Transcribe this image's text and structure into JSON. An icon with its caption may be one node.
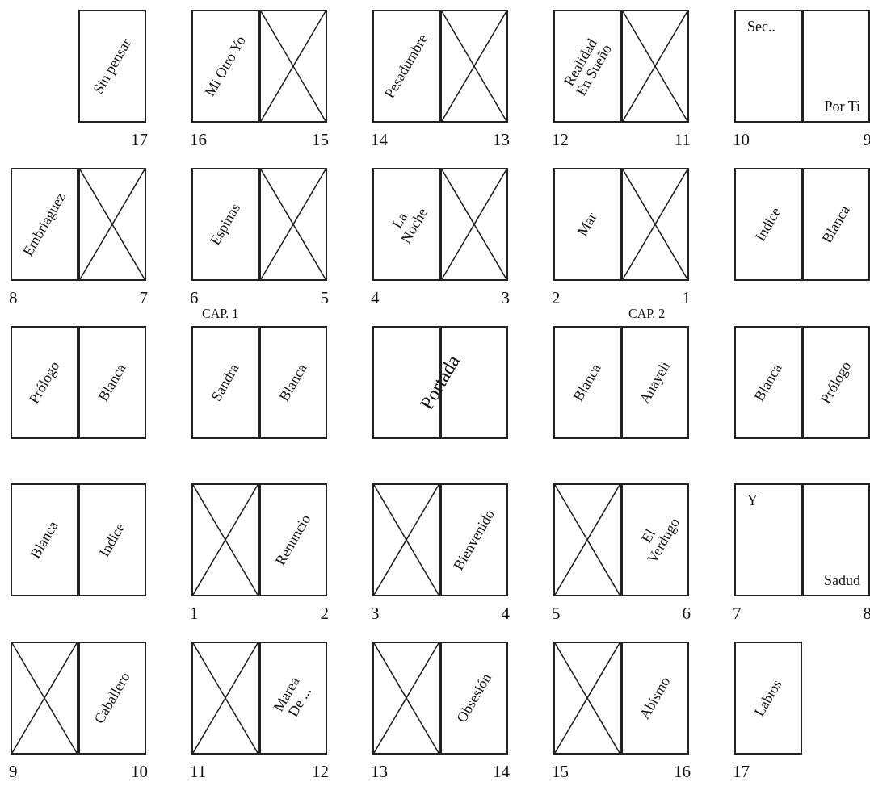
{
  "diagram": {
    "nodes": [
      {
        "text": [
          "Sin pensar"
        ],
        "beside": [
          "17"
        ]
      },
      {
        "text": [
          "Mi Otro Yo"
        ],
        "beside": [
          "16"
        ]
      },
      {
        "text": [],
        "shape": "cross",
        "beside": [
          "15"
        ]
      },
      {
        "text": [
          "Pesadumbre"
        ],
        "beside": [
          "14"
        ]
      },
      {
        "text": [],
        "shape": "cross",
        "beside": [
          "13"
        ]
      },
      {
        "text": [
          "Realidad En Sueño"
        ],
        "beside": [
          "12"
        ]
      },
      {
        "text": [],
        "shape": "cross",
        "beside": [
          "11"
        ]
      },
      {
        "text": [
          "Sec.."
        ],
        "beside": [
          "10"
        ]
      },
      {
        "text": [
          "Por Ti"
        ],
        "beside": [
          "9"
        ]
      },
      {
        "text": [
          "Embriaguez"
        ],
        "beside": [
          "8"
        ]
      },
      {
        "text": [],
        "shape": "cross",
        "beside": [
          "7"
        ]
      },
      {
        "text": [
          "Espinas"
        ],
        "beside": [
          "6"
        ]
      },
      {
        "text": [],
        "shape": "cross",
        "beside": [
          "5"
        ]
      },
      {
        "text": [
          "La Noche"
        ],
        "beside": [
          "4"
        ]
      },
      {
        "text": [],
        "shape": "cross",
        "beside": [
          "3"
        ]
      },
      {
        "text": [
          "Mar"
        ],
        "beside": [
          "2"
        ]
      },
      {
        "text": [],
        "shape": "cross",
        "beside": [
          "1"
        ]
      },
      {
        "text": [
          "Indice"
        ]
      },
      {
        "text": [
          "Blanca"
        ]
      },
      {
        "text": [
          "Prólogo"
        ]
      },
      {
        "text": [
          "Blanca"
        ]
      },
      {
        "text": [
          "Sandra"
        ]
      },
      {
        "text": [
          "Blanca"
        ]
      },
      {
        "text": [],
        "shape": "box"
      },
      {
        "text": [],
        "shape": "box"
      },
      {
        "text": [
          "Blanca"
        ]
      },
      {
        "text": [
          "Anayeli"
        ]
      },
      {
        "text": [
          "Blanca"
        ]
      },
      {
        "text": [
          "Prólogo"
        ]
      },
      {
        "text": [
          "Blanca"
        ]
      },
      {
        "text": [
          "Indice"
        ]
      },
      {
        "text": [],
        "shape": "cross",
        "beside": [
          "1"
        ]
      },
      {
        "text": [
          "Renuncio"
        ],
        "beside": [
          "2"
        ]
      },
      {
        "text": [],
        "shape": "cross",
        "beside": [
          "3"
        ]
      },
      {
        "text": [
          "Bienvenido"
        ],
        "beside": [
          "4"
        ]
      },
      {
        "text": [],
        "shape": "cross",
        "beside": [
          "5"
        ]
      },
      {
        "text": [
          "El Verdugo"
        ],
        "beside": [
          "6"
        ]
      },
      {
        "text": [
          "Y"
        ],
        "beside": [
          "7"
        ]
      },
      {
        "text": [
          "Sadud"
        ],
        "beside": [
          "8"
        ]
      },
      {
        "text": [],
        "shape": "cross",
        "beside": [
          "9"
        ]
      },
      {
        "text": [
          "Caballero"
        ],
        "beside": [
          "10"
        ]
      },
      {
        "text": [],
        "shape": "cross",
        "beside": [
          "11"
        ]
      },
      {
        "text": [
          "Marea De ..."
        ],
        "beside": [
          "12"
        ]
      },
      {
        "text": [],
        "shape": "cross",
        "beside": [
          "13"
        ]
      },
      {
        "text": [
          "Obsesión"
        ],
        "beside": [
          "14"
        ]
      },
      {
        "text": [],
        "shape": "cross",
        "beside": [
          "15"
        ]
      },
      {
        "text": [
          "Abismo"
        ],
        "beside": [
          "16"
        ]
      },
      {
        "text": [
          "Labios"
        ],
        "beside": [
          "17"
        ]
      }
    ],
    "labels": [
      "CAP. 1",
      "CAP. 2",
      "Portada"
    ]
  }
}
